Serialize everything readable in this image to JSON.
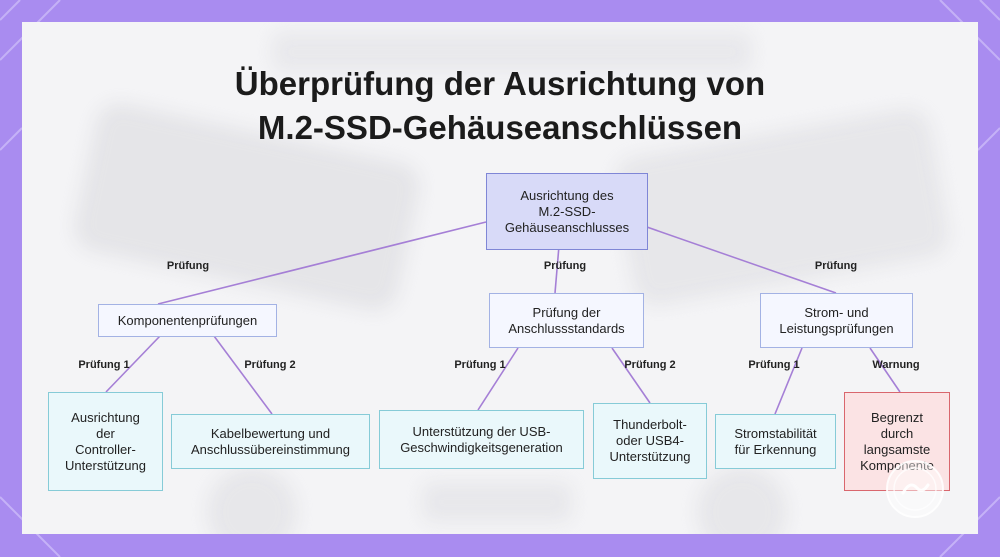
{
  "title": {
    "line1": "Überprüfung der Ausrichtung von",
    "line2": "M.2-SSD-Gehäuseanschlüssen"
  },
  "diagram": {
    "root": {
      "lines": [
        "Ausrichtung des",
        "M.2-SSD-",
        "Gehäuseanschlusses"
      ]
    },
    "branches": [
      {
        "edge_label": "Prüfung",
        "node": {
          "lines": [
            "Komponentenprüfungen"
          ]
        },
        "children": [
          {
            "edge_label": "Prüfung 1",
            "lines": [
              "Ausrichtung",
              "der",
              "Controller-",
              "Unterstützung"
            ]
          },
          {
            "edge_label": "Prüfung 2",
            "lines": [
              "Kabelbewertung und",
              "Anschlussübereinstimmung"
            ]
          }
        ]
      },
      {
        "edge_label": "Prüfung",
        "node": {
          "lines": [
            "Prüfung der",
            "Anschlussstandards"
          ]
        },
        "children": [
          {
            "edge_label": "Prüfung 1",
            "lines": [
              "Unterstützung der USB-",
              "Geschwindigkeitsgeneration"
            ]
          },
          {
            "edge_label": "Prüfung 2",
            "lines": [
              "Thunderbolt-",
              "oder USB4-",
              "Unterstützung"
            ]
          }
        ]
      },
      {
        "edge_label": "Prüfung",
        "node": {
          "lines": [
            "Strom- und",
            "Leistungsprüfungen"
          ]
        },
        "children": [
          {
            "edge_label": "Prüfung 1",
            "lines": [
              "Stromstabilität",
              "für Erkennung"
            ]
          },
          {
            "edge_label": "Warnung",
            "lines": [
              "Begrenzt",
              "durch",
              "langsamste",
              "Komponente"
            ]
          }
        ]
      }
    ]
  },
  "colors": {
    "frame": "#a98cf0",
    "card": "#f4f4f6",
    "connector": "#a57fd6",
    "root_fill": "#d8daf8",
    "mid_fill": "#f5f7ff",
    "leaf_fill": "#eaf8fb",
    "warning_fill": "#fbe3e4",
    "warning_border": "#d9666d"
  },
  "icons": {
    "watermark": "circular-logo-icon"
  }
}
